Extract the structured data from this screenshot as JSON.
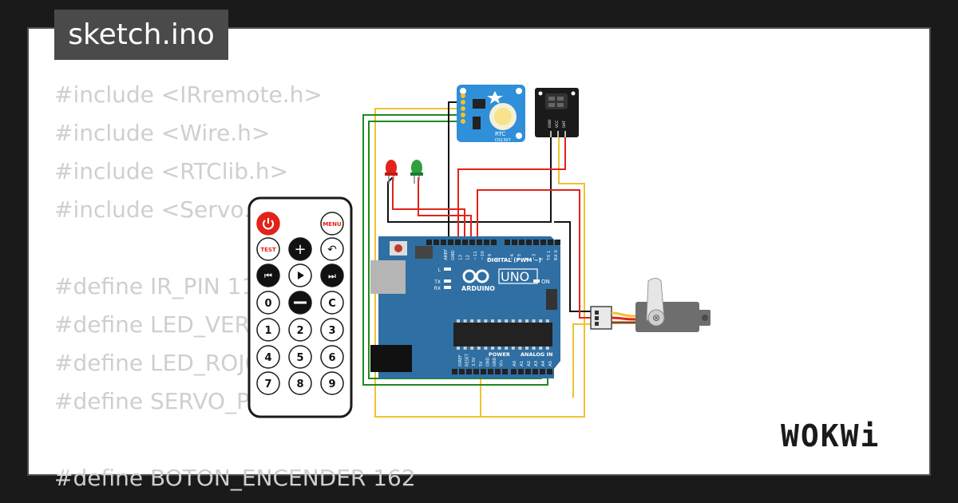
{
  "tab": {
    "title": "sketch.ino"
  },
  "code_lines": [
    "#include <IRremote.h>",
    "#include <Wire.h>",
    "#include <RTClib.h>",
    "#include <Servo.h>",
    "",
    "#define IR_PIN 11",
    "#define LED_VERDE 13",
    "#define LED_ROJO 10",
    "#define SERVO_PIN 9",
    "",
    "#define BOTON_ENCENDER 162"
  ],
  "remote": {
    "buttons": [
      "",
      "MENU",
      "TEST",
      "",
      "",
      "",
      "",
      "",
      "0",
      "",
      "C",
      "1",
      "2",
      "3",
      "4",
      "5",
      "6",
      "7",
      "8",
      "9"
    ]
  },
  "arduino": {
    "brand": "ARDUINO",
    "model": "UNO",
    "digital_label": "DIGITAL (PWM ~)",
    "power_label": "POWER",
    "analog_label": "ANALOG IN",
    "on_label": "ON",
    "led_labels": [
      "L",
      "TX",
      "RX"
    ],
    "digital_pins": [
      "AREF",
      "GND",
      "13",
      "12",
      "~11",
      "~10",
      "~9",
      "8",
      "7",
      "~6",
      "~5",
      "4",
      "~3",
      "2",
      "TX 1",
      "RX 0"
    ],
    "power_pins": [
      "IOREF",
      "RESET",
      "3.3V",
      "5V",
      "GND",
      "GND",
      "Vin"
    ],
    "analog_pins": [
      "A0",
      "A1",
      "A2",
      "A3",
      "A4",
      "A5"
    ]
  },
  "rtc": {
    "label": "RTC",
    "part": "DS1307"
  },
  "ir_receiver": {
    "pins": [
      "GND",
      "VCC",
      "DAT"
    ]
  },
  "logo": {
    "text": "WOKWi"
  },
  "colors": {
    "wire_red": "#e2231a",
    "wire_yellow": "#f2c12e",
    "wire_green": "#1e8a1e",
    "wire_black": "#111111",
    "arduino_blue": "#2f6fa3",
    "rtc_blue": "#2f8fd8",
    "tab_gray": "#4a4a4a"
  }
}
